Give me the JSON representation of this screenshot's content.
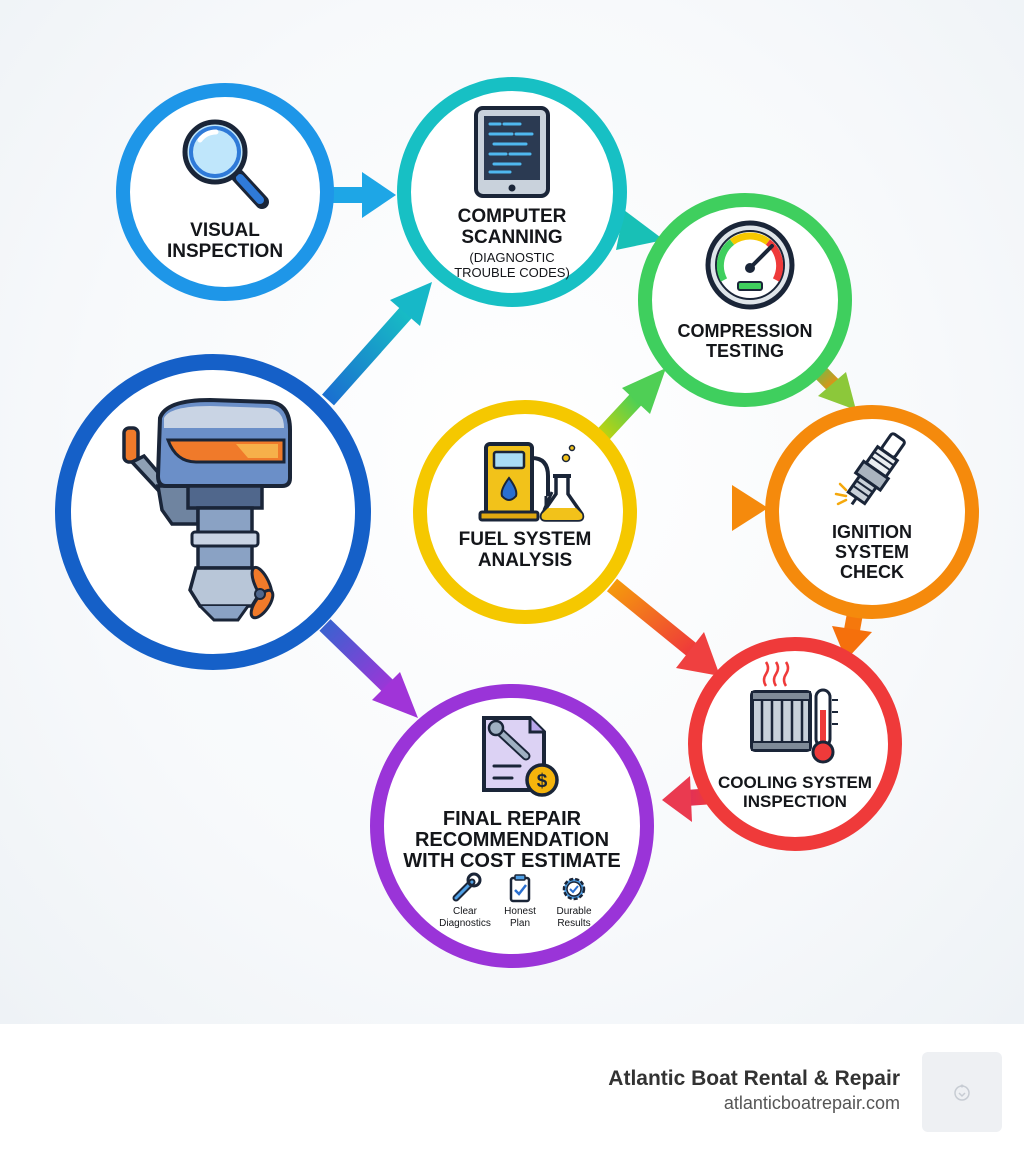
{
  "diagram": {
    "nodes": [
      {
        "id": "engine",
        "lines": [],
        "sub": [],
        "color": "#1560c8"
      },
      {
        "id": "visual",
        "lines": [
          "VISUAL",
          "INSPECTION"
        ],
        "sub": [],
        "color": "#1e96e8"
      },
      {
        "id": "computer",
        "lines": [
          "COMPUTER",
          "SCANNING"
        ],
        "sub": [
          "(DIAGNOSTIC",
          "TROUBLE CODES)"
        ],
        "color": "#17c0c4"
      },
      {
        "id": "compression",
        "lines": [
          "COMPRESSION",
          "TESTING"
        ],
        "sub": [],
        "color": "#3fcf5e"
      },
      {
        "id": "fuel",
        "lines": [
          "FUEL SYSTEM",
          "ANALYSIS"
        ],
        "sub": [],
        "color": "#f5c800"
      },
      {
        "id": "ignition",
        "lines": [
          "IGNITION",
          "SYSTEM",
          "CHECK"
        ],
        "sub": [],
        "color": "#f58a0c"
      },
      {
        "id": "cooling",
        "lines": [
          "COOLING SYSTEM",
          "INSPECTION"
        ],
        "sub": [],
        "color": "#ef3a3a"
      },
      {
        "id": "final",
        "lines": [
          "FINAL REPAIR",
          "RECOMMENDATION",
          "WITH COST ESTIMATE"
        ],
        "sub": [],
        "color": "#9a34d8"
      }
    ],
    "features": [
      {
        "lines": [
          "Clear",
          "Diagnostics"
        ],
        "icon": "wrench-icon"
      },
      {
        "lines": [
          "Honest",
          "Plan"
        ],
        "icon": "clipboard-check-icon"
      },
      {
        "lines": [
          "Durable",
          "Results"
        ],
        "icon": "gear-check-icon"
      }
    ],
    "node_icons": {
      "engine": "outboard-motor-icon",
      "visual": "magnifier-icon",
      "computer": "tablet-scanner-icon",
      "compression": "pressure-gauge-icon",
      "fuel": "fuel-pump-flask-icon",
      "ignition": "spark-plug-icon",
      "cooling": "radiator-thermometer-icon",
      "final": "repair-invoice-icon"
    }
  },
  "footer": {
    "brand_name": "Atlantic Boat Rental & Repair",
    "brand_url": "atlanticboatrepair.com",
    "logo_icon": "shop-logo-icon"
  }
}
